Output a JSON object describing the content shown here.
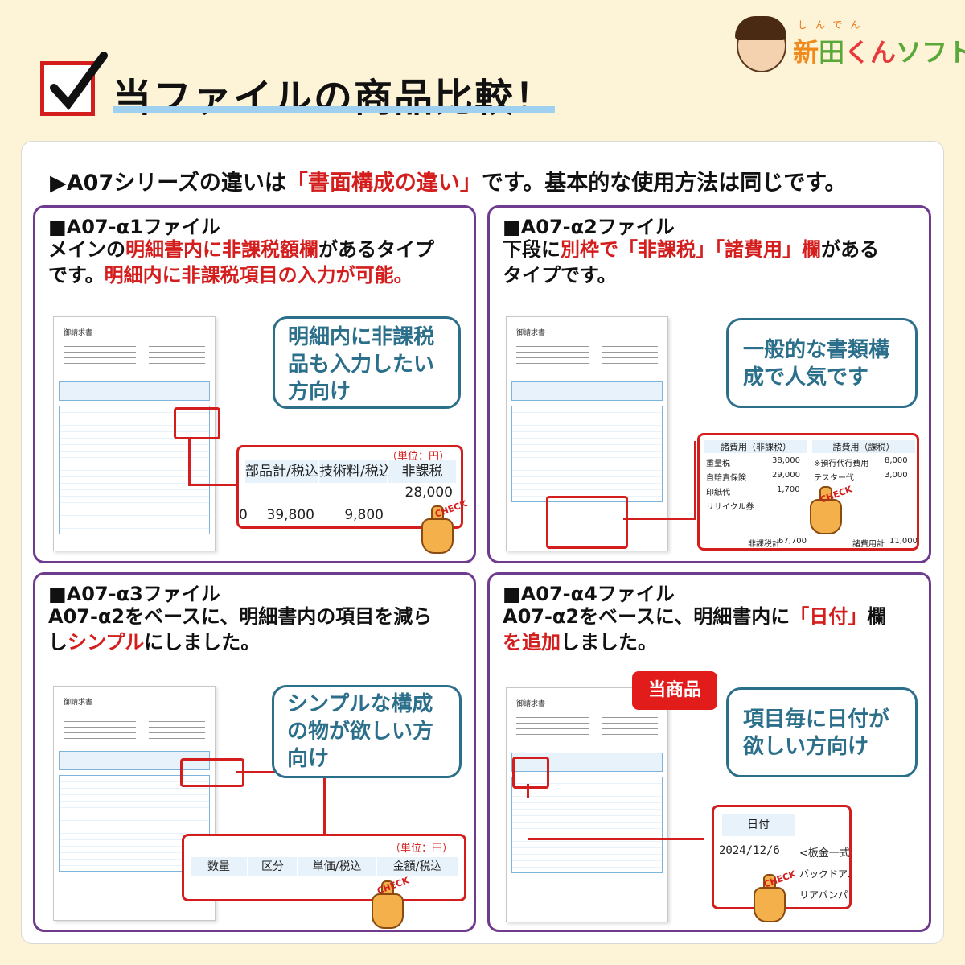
{
  "header": {
    "title": "当ファイルの商品比較！",
    "logo_ruby": "しんでん",
    "logo_brand_1": "新",
    "logo_brand_2": "田",
    "logo_brand_3": "くん",
    "logo_brand_4": "ソフト"
  },
  "intro": {
    "prefix": "▶A07シリーズの違いは",
    "highlight": "「書面構成の違い」",
    "suffix": "です。基本的な使用方法は同じです。"
  },
  "cards": [
    {
      "title": "■A07-α1ファイル",
      "desc_line1_a": "メインの",
      "desc_line1_b": "明細書内に非課税額欄",
      "desc_line1_c": "があるタイプ",
      "desc_line2_a": "です。",
      "desc_line2_b": "明細内に非課税項目の入力が可能。",
      "doc_title": "御請求書",
      "bubble": [
        "明細内に非課税",
        "品も入力したい",
        "方向け"
      ],
      "zoom": {
        "unit": "（単位：円）",
        "headers": [
          "部品計/税込",
          "技術料/税込",
          "非課税"
        ],
        "row1": [
          "",
          "",
          "28,000"
        ],
        "row2": [
          "0",
          "39,800",
          "9,800",
          ""
        ]
      },
      "check": "CHECK"
    },
    {
      "title": "■A07-α2ファイル",
      "desc_line1_a": "下段に",
      "desc_line1_b": "別枠で「非課税」「諸費用」欄",
      "desc_line1_c": "がある",
      "desc_line2_a": "タイプです。",
      "doc_title": "御請求書",
      "bubble": [
        "一般的な書類構",
        "成で人気です"
      ],
      "zoom": {
        "left_title": "諸費用（非課税）",
        "right_title": "諸費用（課税）",
        "left_items": [
          [
            "重量税",
            "38,000"
          ],
          [
            "自賠責保険",
            "29,000"
          ],
          [
            "印紙代",
            "1,700"
          ],
          [
            "リサイクル券",
            ""
          ]
        ],
        "right_items": [
          [
            "※預行代行費用",
            "8,000"
          ],
          [
            "テスター代",
            "3,000"
          ]
        ],
        "left_total_label": "非課税計",
        "left_total": "67,700",
        "right_total_label": "諸費用計",
        "right_total": "11,000"
      },
      "check": "CHECK"
    },
    {
      "title": "■A07-α3ファイル",
      "desc_line1": "A07-α2をベースに、明細書内の項目を減ら",
      "desc_line2_a": "し",
      "desc_line2_b": "シンプル",
      "desc_line2_c": "にしました。",
      "doc_title": "御請求書",
      "bubble": [
        "シンプルな構成",
        "の物が欲しい方",
        "向け"
      ],
      "zoom": {
        "unit": "（単位：円）",
        "headers": [
          "数量",
          "区分",
          "単価/税込",
          "金額/税込"
        ]
      },
      "check": "CHECK"
    },
    {
      "title": "■A07-α4ファイル",
      "desc_line1_a": "A07-α2をベースに、明細書内に",
      "desc_line1_b": "「日付」",
      "desc_line1_c": "欄",
      "desc_line2_a": "を追加",
      "desc_line2_b": "しました。",
      "doc_title": "御請求書",
      "badge": "当商品",
      "bubble": [
        "項目毎に日付が",
        "欲しい方向け"
      ],
      "zoom": {
        "header": "日付",
        "date": "2024/12/6",
        "item1": "<板金一式>",
        "item2": "バックドアパネ",
        "item3": "リアバンパ"
      },
      "check": "CHECK"
    }
  ],
  "colors": {
    "accent_red": "#d41e1e",
    "card_border": "#6e3b8f",
    "bubble": "#2b6f8a",
    "background": "#fdf3d6"
  }
}
